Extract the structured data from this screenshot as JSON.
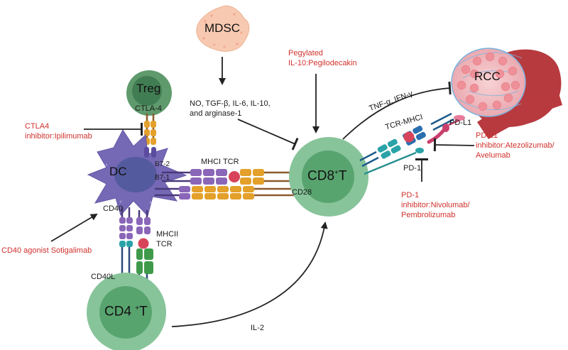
{
  "cells": {
    "mdsc": "MDSC",
    "treg": "Treg",
    "dc": "DC",
    "cd8": {
      "main": "CD8",
      "sup": "+",
      "suffix": "T"
    },
    "cd4": {
      "main": "CD4",
      "sup": "+",
      "suffix": "T"
    },
    "rcc": "RCC"
  },
  "molecules": {
    "ctla4": "CTLA-4",
    "b72": "B7-2",
    "b71": "B7-1",
    "mhci_tcr": "MHCI TCR",
    "cd28": "CD28",
    "cd40": "CD40",
    "mhcii": "MHCII",
    "tcr": "TCR",
    "cd40l": "CD40L",
    "tcr_mhci": "TCR-MHCI",
    "pdl1": "PD-L1",
    "pd1": "PD-1"
  },
  "mediators": {
    "mdsc_factors": [
      "NO, TGF-β, IL-6, IL-10,",
      "and arginase-1"
    ],
    "cytokines": "TNF-α,  IFN-γ",
    "il2": "IL-2"
  },
  "drugs": {
    "ctla4_inhibitor": [
      "CTLA4",
      "inhibitor:Ipilimumab"
    ],
    "cd40_agonist": "CD40 agonist Sotigalimab",
    "il10": [
      "Pegylated",
      "IL-10:Pegilodecakin"
    ],
    "pdl1_inhibitor": [
      "PD-L1",
      "inhibitor:Atezolizumab/",
      "Avelumab"
    ],
    "pd1_inhibitor": [
      "PD-1",
      "inhibitor:Nivolumab/",
      "Pembrolizumab"
    ]
  },
  "colors": {
    "red_text": "#d0312d",
    "treg_outer": "#5f9a6c",
    "treg_inner": "#417d52",
    "t_outer": "#88c49a",
    "t_inner": "#58a46f",
    "dc": "#7568b5",
    "dc_nucleus": "#545a9e",
    "mdsc": "#f7c9b1",
    "mhc_purple": "#8a66b8",
    "receptor_orange": "#e3a02a",
    "tcr_teal": "#2aa3a8",
    "mhcii_green": "#3e9a4a",
    "peptide_red": "#d8455a",
    "pd1_pink": "#c93f6c",
    "brown_stalk": "#8c5a2b",
    "blue_stalk": "#2a4b7c"
  }
}
